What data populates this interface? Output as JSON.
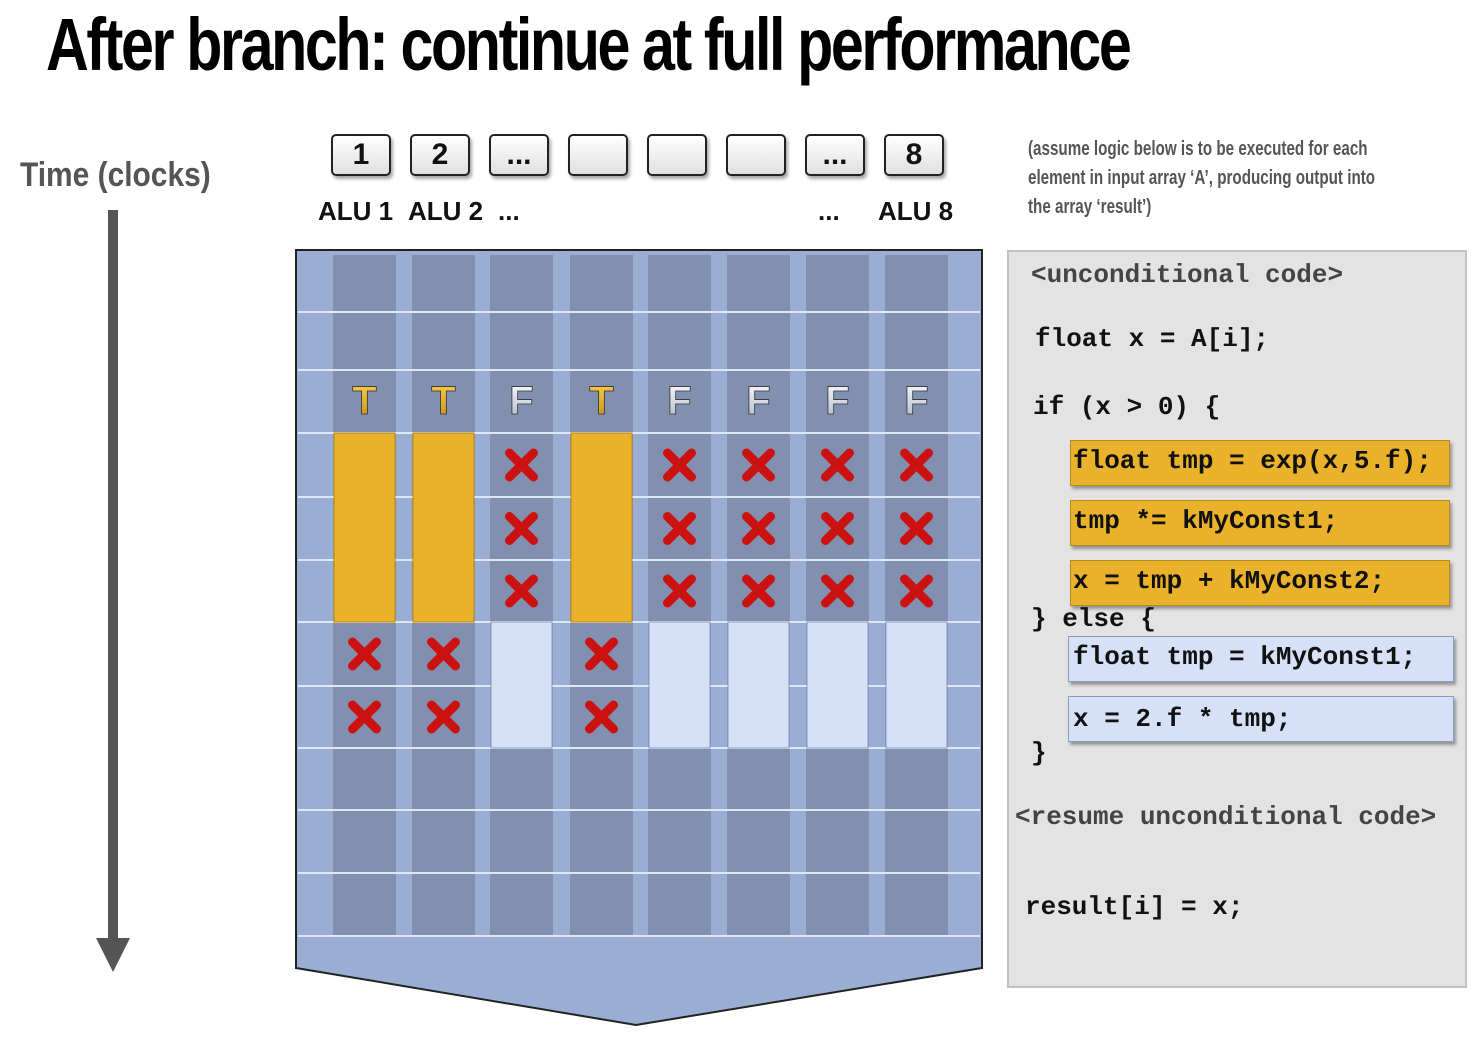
{
  "title": "After branch: continue at full performance",
  "time_label": "Time (clocks)",
  "alu_boxes": [
    "1",
    "2",
    "...",
    "",
    "",
    "",
    "...",
    "8"
  ],
  "alu_labels": {
    "alu1": "ALU 1",
    "alu2": "ALU 2",
    "dots_left": "...",
    "dots_right": "...",
    "alu8": "ALU 8"
  },
  "note": {
    "line1": "(assume logic below is to be executed for each",
    "line2": "element in input array ‘A’, producing output into",
    "line3": "the array ‘result’)"
  },
  "code": {
    "unconditional": "<unconditional code>",
    "decl": "float x = A[i];",
    "if_line": "if (x > 0) {",
    "true_1": "float tmp = exp(x,5.f);",
    "true_2": "tmp *= kMyConst1;",
    "true_3": "x = tmp + kMyConst2;",
    "else_line": "} else {",
    "false_1": "float tmp = kMyConst1;",
    "false_2": "x = 2.f * tmp;",
    "close": "}",
    "resume": "<resume unconditional code>",
    "result": "result[i] = x;"
  },
  "lanes": [
    {
      "condition": "T",
      "branch": "true"
    },
    {
      "condition": "T",
      "branch": "true"
    },
    {
      "condition": "F",
      "branch": "false"
    },
    {
      "condition": "T",
      "branch": "true"
    },
    {
      "condition": "F",
      "branch": "false"
    },
    {
      "condition": "F",
      "branch": "false"
    },
    {
      "condition": "F",
      "branch": "false"
    },
    {
      "condition": "F",
      "branch": "false"
    }
  ],
  "colors": {
    "true_branch": "#e9b22a",
    "false_branch": "#d6e0f6",
    "masked": "#cc1111",
    "panel_bg": "#9aaed4",
    "lane_column": "#8290b0"
  }
}
